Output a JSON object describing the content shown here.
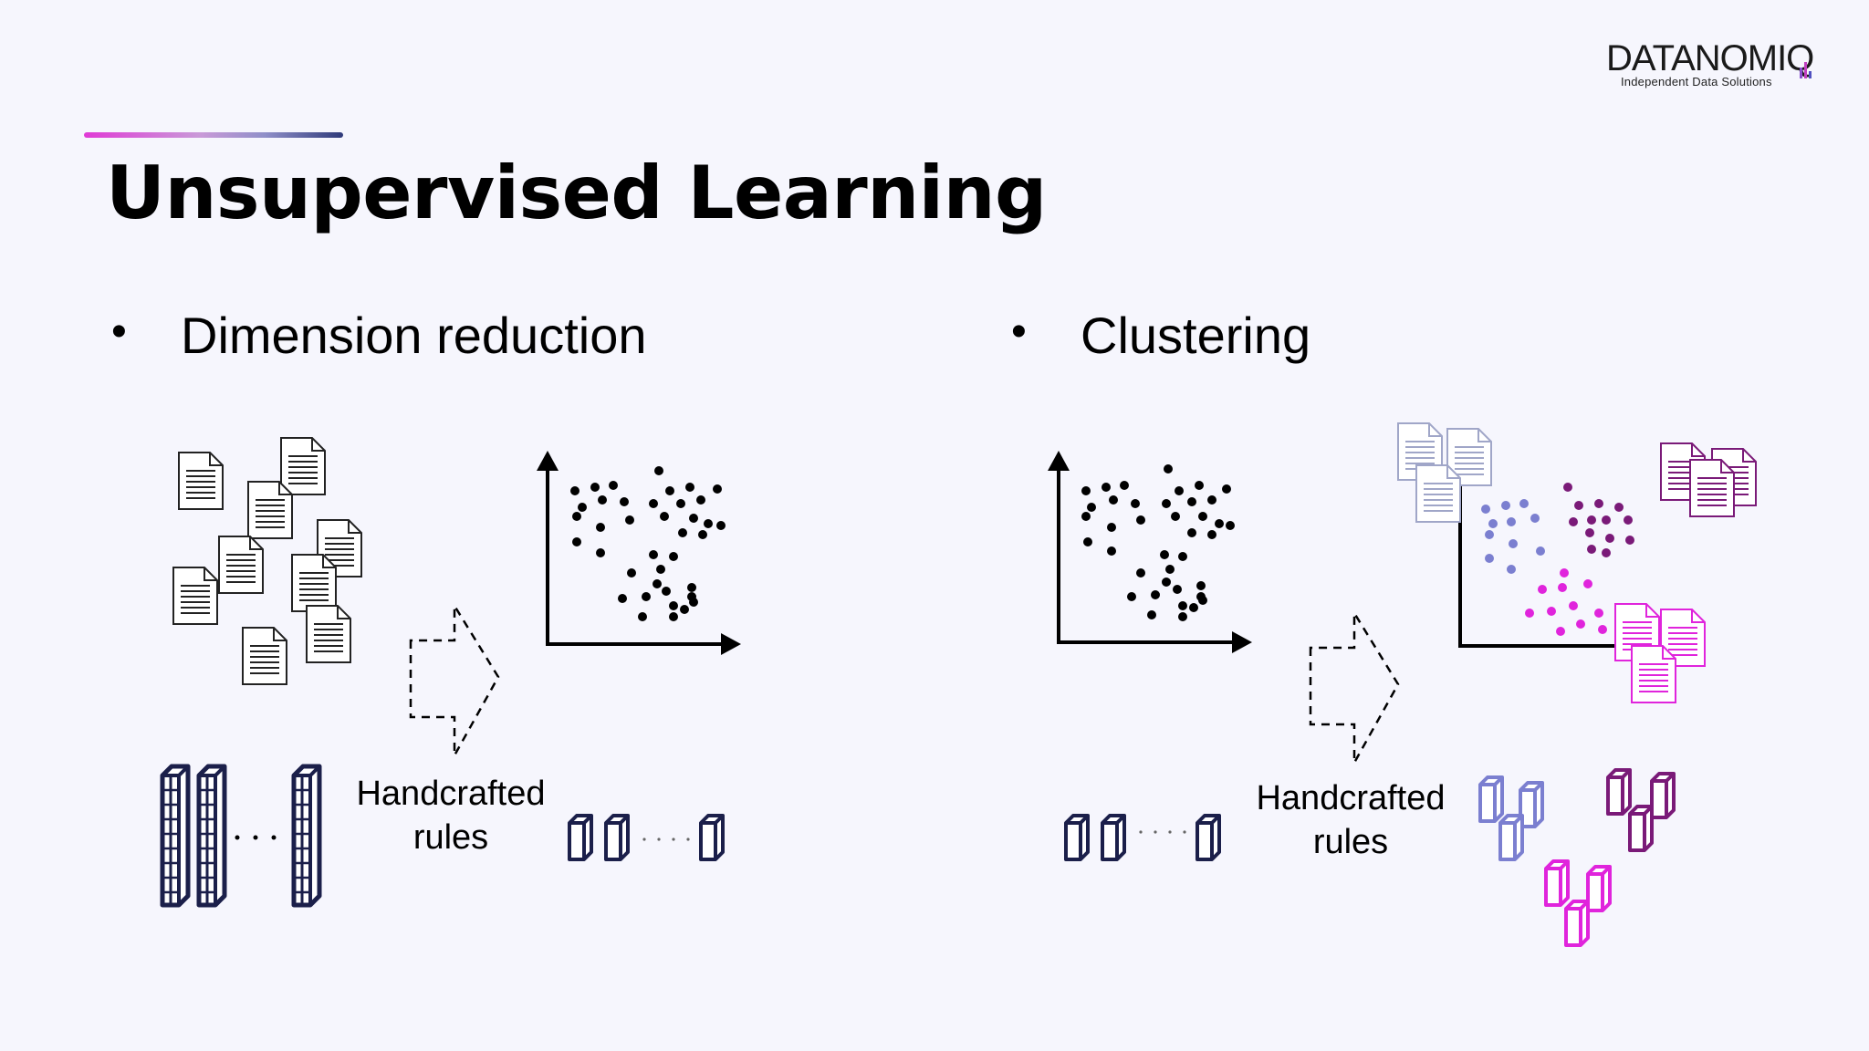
{
  "slide": {
    "title": "Unsupervised Learning"
  },
  "logo": {
    "wordmark": "DATANOMIQ",
    "tagline": "Independent Data Solutions"
  },
  "left": {
    "bullet": "Dimension reduction",
    "rules_line1": "Handcrafted",
    "rules_line2": "rules"
  },
  "right": {
    "bullet": "Clustering",
    "rules_line1": "Handcrafted",
    "rules_line2": "rules"
  },
  "colors": {
    "navy": "#1b1f4a",
    "cluster_lavender": "#7b7fd0",
    "cluster_purple": "#7a1a78",
    "cluster_magenta": "#e024dc",
    "doc_gray": "#a0a6c8"
  }
}
